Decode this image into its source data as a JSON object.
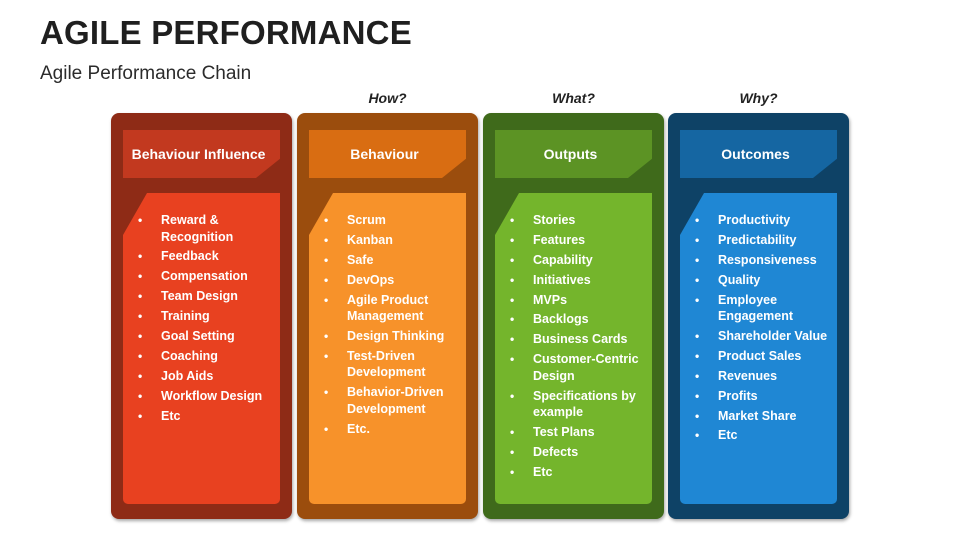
{
  "title": "AGILE PERFORMANCE",
  "subtitle": "Agile Performance Chain",
  "columns": [
    {
      "question": "",
      "header": "Behaviour Influence",
      "colors": {
        "outer": "#8e2b16",
        "header": "#c2391f",
        "panel": "#e84120"
      },
      "items": [
        "Reward & Recognition",
        "Feedback",
        "Compensation",
        "Team Design",
        "Training",
        "Goal Setting",
        "Coaching",
        "Job Aids",
        "Workflow Design",
        "Etc"
      ]
    },
    {
      "question": "How?",
      "header": "Behaviour",
      "colors": {
        "outer": "#9b4d0d",
        "header": "#d96d12",
        "panel": "#f7922a"
      },
      "items": [
        "Scrum",
        "Kanban",
        "Safe",
        "DevOps",
        "Agile Product Management",
        "Design Thinking",
        "Test-Driven Development",
        "Behavior-Driven Development",
        "Etc."
      ]
    },
    {
      "question": "What?",
      "header": "Outputs",
      "colors": {
        "outer": "#3f6a1b",
        "header": "#5c9324",
        "panel": "#74b52c"
      },
      "items": [
        "Stories",
        "Features",
        "Capability",
        "Initiatives",
        "MVPs",
        "Backlogs",
        "Business Cards",
        "Customer-Centric Design",
        "Specifications by example",
        "Test Plans",
        "Defects",
        "Etc"
      ]
    },
    {
      "question": "Why?",
      "header": "Outcomes",
      "colors": {
        "outer": "#0e4266",
        "header": "#1566a2",
        "panel": "#1f87d4"
      },
      "items": [
        "Productivity",
        "Predictability",
        "Responsiveness",
        "Quality",
        "Employee Engagement",
        "Shareholder Value",
        "Product Sales",
        "Revenues",
        "Profits",
        "Market Share",
        "Etc"
      ]
    }
  ]
}
